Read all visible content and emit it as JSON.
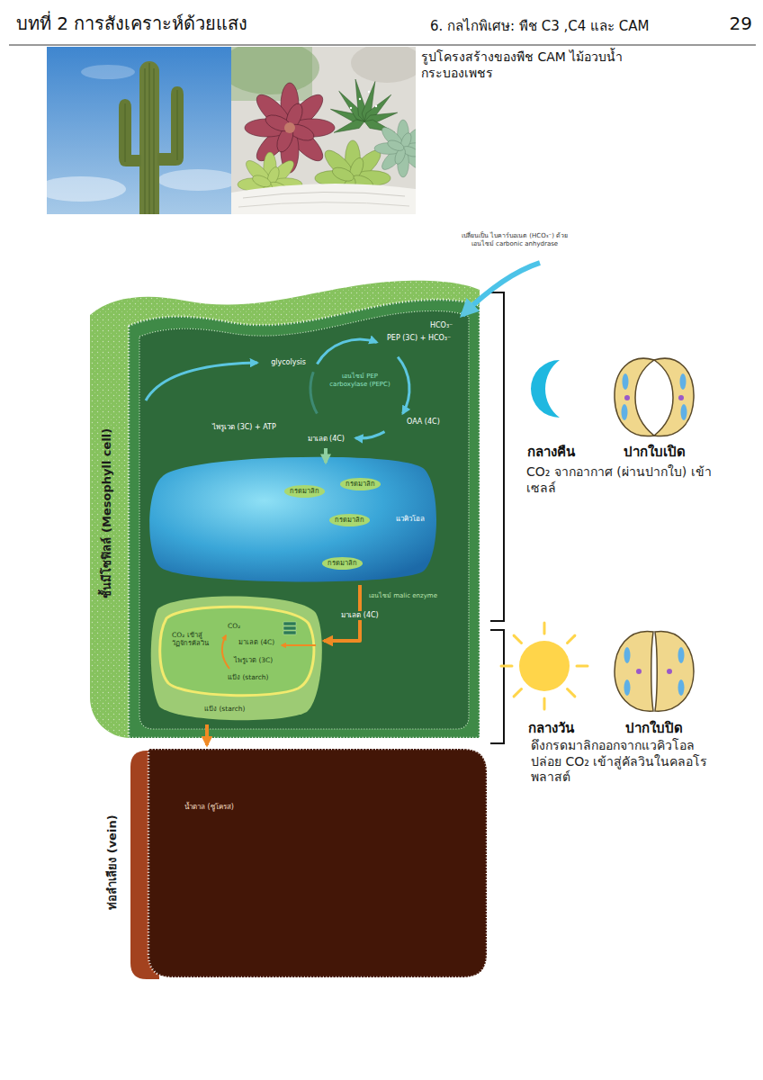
{
  "diagram": {
    "caption": "รูปโครงสร้างของพืช CAM ไม้อวบน้ำ กระบองเพชร",
    "nodes": [
      {
        "text": [
          "ชั้นมีโซฟิลล์ (Mesophyll cell)"
        ]
      },
      {
        "text": [
          "แวคิวโอล"
        ],
        "in": 0
      },
      {
        "text": [
          "กรดมาลิก"
        ],
        "in": 1
      },
      {
        "text": [
          "กรดมาลิก"
        ],
        "in": 1
      },
      {
        "text": [
          "กรดมาลิก"
        ],
        "in": 1
      },
      {
        "text": [
          "กรดมาลิก"
        ],
        "in": 1
      },
      {
        "text": [
          "CO₂",
          "มาเลต (4C)",
          "CO₂ เข้าสู่ วัฏจักรคัลวิน",
          "ไพรูเวต (3C)",
          "แป้ง (starch)",
          "แป้ง (starch)"
        ],
        "in": 0
      },
      {
        "text": [
          "ท่อลำเลียง (vein)",
          "น้ำตาล (ซูโครส)"
        ]
      }
    ],
    "edges": [
      {
        "from": 1,
        "to": 6,
        "arrow": "to",
        "label": "มาเลต (4C)"
      },
      {
        "from": 6,
        "to": 7,
        "arrow": "to"
      }
    ],
    "labels": [
      "บทที่ 2 การสังเคราะห์ด้วยแสง",
      "6. กลไกพิเศษ: พืช C3 ,C4 และ CAM",
      "29",
      "เปลี่ยนเป็น ไบคาร์บอเนต (HCO₃⁻) ด้วยเอนไซม์ carbonic anhydrase",
      "HCO₃⁻",
      "PEP (3C) + HCO₃⁻",
      "glycolysis",
      "เอนไซม์ PEP carboxylase (PEPC)",
      "OAA (4C)",
      "ไพรูเวต (3C) + ATP",
      "มาเลต (4C)",
      "เอนไซม์ malic enzyme",
      "กลางคืน",
      "ปากใบเปิด",
      "CO₂ จากอากาศ (ผ่านปากใบ) เข้าเซลล์",
      "กลางวัน",
      "ปากใบปิด",
      "ดึงกรดมาลิกออกจากแวคิวโอล ปล่อย CO₂ เข้าสู่คัลวินในคลอโรพลาสต์"
    ]
  }
}
